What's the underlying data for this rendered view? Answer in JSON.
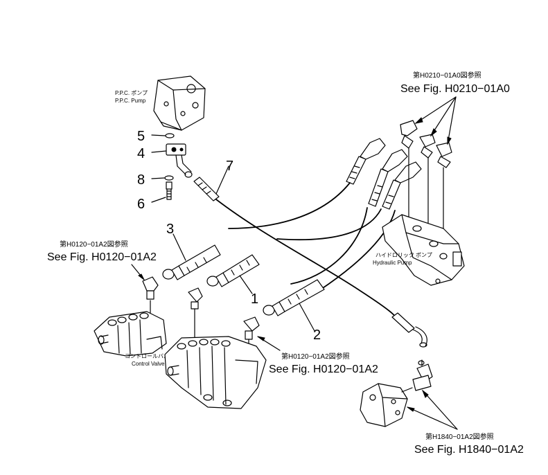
{
  "labels": {
    "ppc_pump_jp": "P.P.C. ポンプ",
    "ppc_pump_en": "P.P.C. Pump",
    "hydraulic_pump_jp": "ハイドロリック ポンプ",
    "hydraulic_pump_en": "Hydraulic Pump",
    "control_valve_jp": "コントロールバルブ",
    "control_valve_en": "Control Valve"
  },
  "references": {
    "top_right_jp": "第H0210−01A0図参照",
    "top_right_en": "See Fig. H0210−01A0",
    "left_jp": "第H0120−01A2図参照",
    "left_en": "See Fig. H0120−01A2",
    "middle_jp": "第H0120−01A2図参照",
    "middle_en": "See Fig. H0120−01A2",
    "bottom_right_jp": "第H1840−01A2図参照",
    "bottom_right_en": "See Fig. H1840−01A2"
  },
  "part_numbers": {
    "p1": "1",
    "p2": "2",
    "p3": "3",
    "p4": "4",
    "p5": "5",
    "p6": "6",
    "p7": "7",
    "p8": "8"
  }
}
